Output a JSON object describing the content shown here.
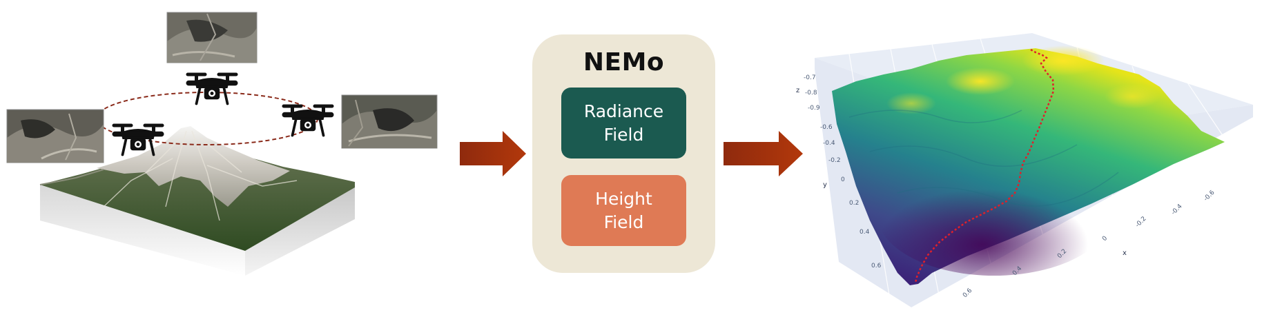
{
  "colors": {
    "box_bg": "#ede7d6",
    "radiance_bg": "#1b5a50",
    "height_bg": "#df7a55",
    "arrow": "#a0330c",
    "flight_path": "#8a2a1a",
    "trail": "#e0202a"
  },
  "nemo": {
    "title": "NEMo",
    "radiance_label": "Radiance\nField",
    "height_label": "Height\nField"
  },
  "plot": {
    "z_label": "z",
    "y_label": "y",
    "x_label": "x",
    "z_ticks": [
      "-0.7",
      "-0.8",
      "-0.9"
    ],
    "y_ticks": [
      "-0.6",
      "-0.4",
      "-0.2",
      "0",
      "0.2",
      "0.4",
      "0.6"
    ],
    "x_ticks": [
      "0.6",
      "0.4",
      "0.2",
      "0",
      "-0.2",
      "-0.4",
      "-0.6"
    ]
  },
  "icons": [
    "drone-icon",
    "mountain-terrain-image",
    "satellite-image",
    "arrow-right-icon",
    "terrain-surface-plot"
  ]
}
